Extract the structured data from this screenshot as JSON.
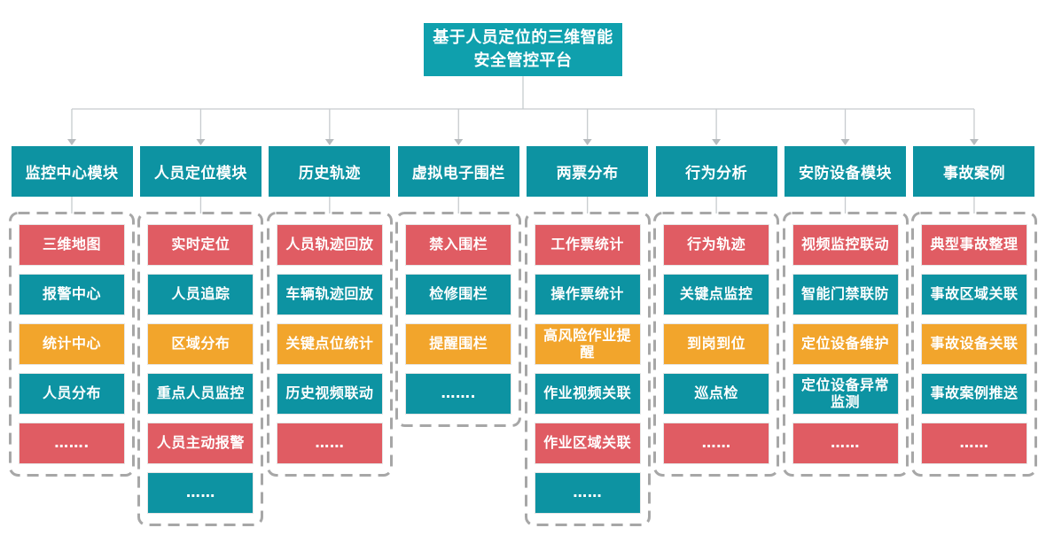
{
  "palette": {
    "root_bg": "#0FA0AD",
    "header_bg": "#0D93A2",
    "teal": "#0D93A2",
    "red": "#E05C63",
    "orange": "#F2A52C",
    "line": "#C7CBCE",
    "arrow": "#B6BABD",
    "dash_border": "#A7A7A7",
    "text": "#FFFFFF",
    "canvas_bg": "#FFFFFF"
  },
  "root": {
    "title": "基于人员定位的三维智能安全管控平台"
  },
  "modules": [
    {
      "label": "监控中心模块",
      "items": [
        {
          "label": "三维地图",
          "color": "red"
        },
        {
          "label": "报警中心",
          "color": "teal"
        },
        {
          "label": "统计中心",
          "color": "orange"
        },
        {
          "label": "人员分布",
          "color": "teal"
        },
        {
          "label": "…….",
          "color": "red"
        }
      ]
    },
    {
      "label": "人员定位模块",
      "items": [
        {
          "label": "实时定位",
          "color": "red"
        },
        {
          "label": "人员追踪",
          "color": "teal"
        },
        {
          "label": "区域分布",
          "color": "orange"
        },
        {
          "label": "重点人员监控",
          "color": "teal"
        },
        {
          "label": "人员主动报警",
          "color": "red"
        },
        {
          "label": "……",
          "color": "teal"
        }
      ]
    },
    {
      "label": "历史轨迹",
      "items": [
        {
          "label": "人员轨迹回放",
          "color": "red"
        },
        {
          "label": "车辆轨迹回放",
          "color": "teal"
        },
        {
          "label": "关键点位统计",
          "color": "orange"
        },
        {
          "label": "历史视频联动",
          "color": "teal"
        },
        {
          "label": "……",
          "color": "red"
        }
      ]
    },
    {
      "label": "虚拟电子围栏",
      "items": [
        {
          "label": "禁入围栏",
          "color": "red"
        },
        {
          "label": "检修围栏",
          "color": "teal"
        },
        {
          "label": "提醒围栏",
          "color": "orange"
        },
        {
          "label": "…….",
          "color": "teal"
        }
      ]
    },
    {
      "label": "两票分布",
      "items": [
        {
          "label": "工作票统计",
          "color": "red"
        },
        {
          "label": "操作票统计",
          "color": "teal"
        },
        {
          "label": "高风险作业提醒",
          "color": "orange"
        },
        {
          "label": "作业视频关联",
          "color": "teal"
        },
        {
          "label": "作业区域关联",
          "color": "red"
        },
        {
          "label": "……",
          "color": "teal"
        }
      ]
    },
    {
      "label": "行为分析",
      "items": [
        {
          "label": "行为轨迹",
          "color": "red"
        },
        {
          "label": "关键点监控",
          "color": "teal"
        },
        {
          "label": "到岗到位",
          "color": "orange"
        },
        {
          "label": "巡点检",
          "color": "teal"
        },
        {
          "label": "……",
          "color": "red"
        }
      ]
    },
    {
      "label": "安防设备模块",
      "items": [
        {
          "label": "视频监控联动",
          "color": "red"
        },
        {
          "label": "智能门禁联防",
          "color": "teal"
        },
        {
          "label": "定位设备维护",
          "color": "orange"
        },
        {
          "label": "定位设备异常监测",
          "color": "teal"
        },
        {
          "label": "……",
          "color": "red"
        }
      ]
    },
    {
      "label": "事故案例",
      "items": [
        {
          "label": "典型事故整理",
          "color": "red"
        },
        {
          "label": "事故区域关联",
          "color": "teal"
        },
        {
          "label": "事故设备关联",
          "color": "orange"
        },
        {
          "label": "事故案例推送",
          "color": "teal"
        },
        {
          "label": "……",
          "color": "red"
        }
      ]
    }
  ]
}
